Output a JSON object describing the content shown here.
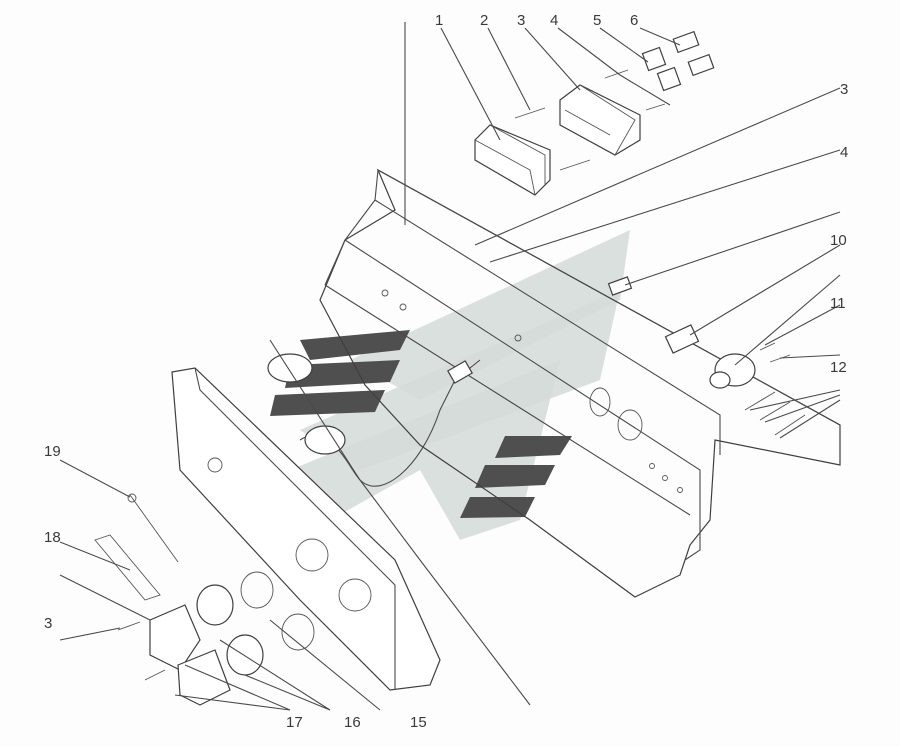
{
  "diagram": {
    "callouts": [
      "1",
      "2",
      "3",
      "4",
      "5",
      "6",
      "3",
      "4",
      "10",
      "11",
      "12",
      "19",
      "18",
      "3",
      "17",
      "16",
      "15"
    ],
    "colors": {
      "line": "#4a4a4a",
      "watermark_light": "#d3dbd8",
      "watermark_dark": "#4f4f4f"
    }
  }
}
